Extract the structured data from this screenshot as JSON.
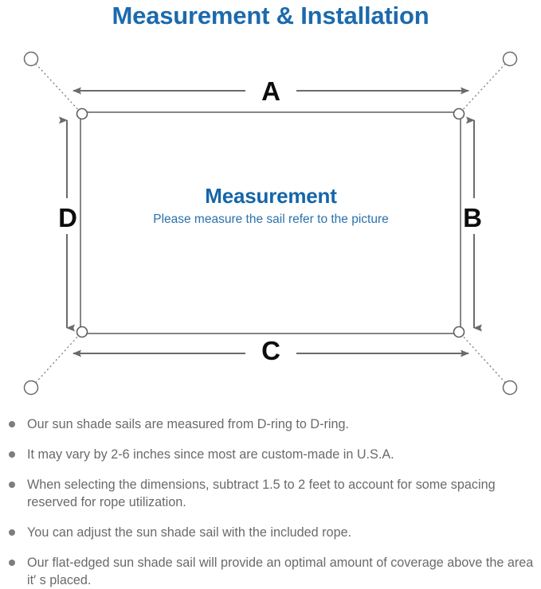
{
  "page": {
    "title": "Measurement & Installation",
    "title_color": "#1c6aad",
    "background": "#ffffff"
  },
  "diagram": {
    "name": "sun-shade-sail-measurement-diagram",
    "sail": {
      "headline": "Measurement",
      "subline": "Please measure the sail refer to the picture",
      "headline_color": "#1565a8",
      "subline_color": "#2a72ad",
      "outline_color": "#5f5f5f"
    },
    "dimension_labels": [
      {
        "id": "A",
        "label": "A",
        "edge": "top",
        "arrow": "double-horizontal"
      },
      {
        "id": "B",
        "label": "B",
        "edge": "right",
        "arrow": "double-vertical"
      },
      {
        "id": "C",
        "label": "C",
        "edge": "bottom",
        "arrow": "double-horizontal"
      },
      {
        "id": "D",
        "label": "D",
        "edge": "left",
        "arrow": "double-vertical"
      }
    ],
    "d_rings": [
      {
        "corner": "top-left"
      },
      {
        "corner": "top-right"
      },
      {
        "corner": "bottom-left"
      },
      {
        "corner": "bottom-right"
      }
    ],
    "anchor_points": [
      {
        "corner": "top-left",
        "style": "dotted-rope"
      },
      {
        "corner": "top-right",
        "style": "dotted-rope"
      },
      {
        "corner": "bottom-left",
        "style": "dotted-rope"
      },
      {
        "corner": "bottom-right",
        "style": "dotted-rope"
      }
    ],
    "line_color": "#6b6b6b",
    "rope_color": "#8a8a8a"
  },
  "notes": {
    "bullet_color": "#7d7d7d",
    "text_color": "#6a6a6a",
    "items": [
      "Our sun shade sails are measured from D-ring to D-ring.",
      "It may vary by 2-6 inches since most are custom-made in U.S.A.",
      "When selecting the dimensions, subtract 1.5 to 2 feet to account for some spacing reserved for rope utilization.",
      "You can adjust the sun shade sail with the included rope.",
      "Our flat-edged sun shade sail will provide an optimal amount of coverage above the area it′ s placed."
    ]
  }
}
